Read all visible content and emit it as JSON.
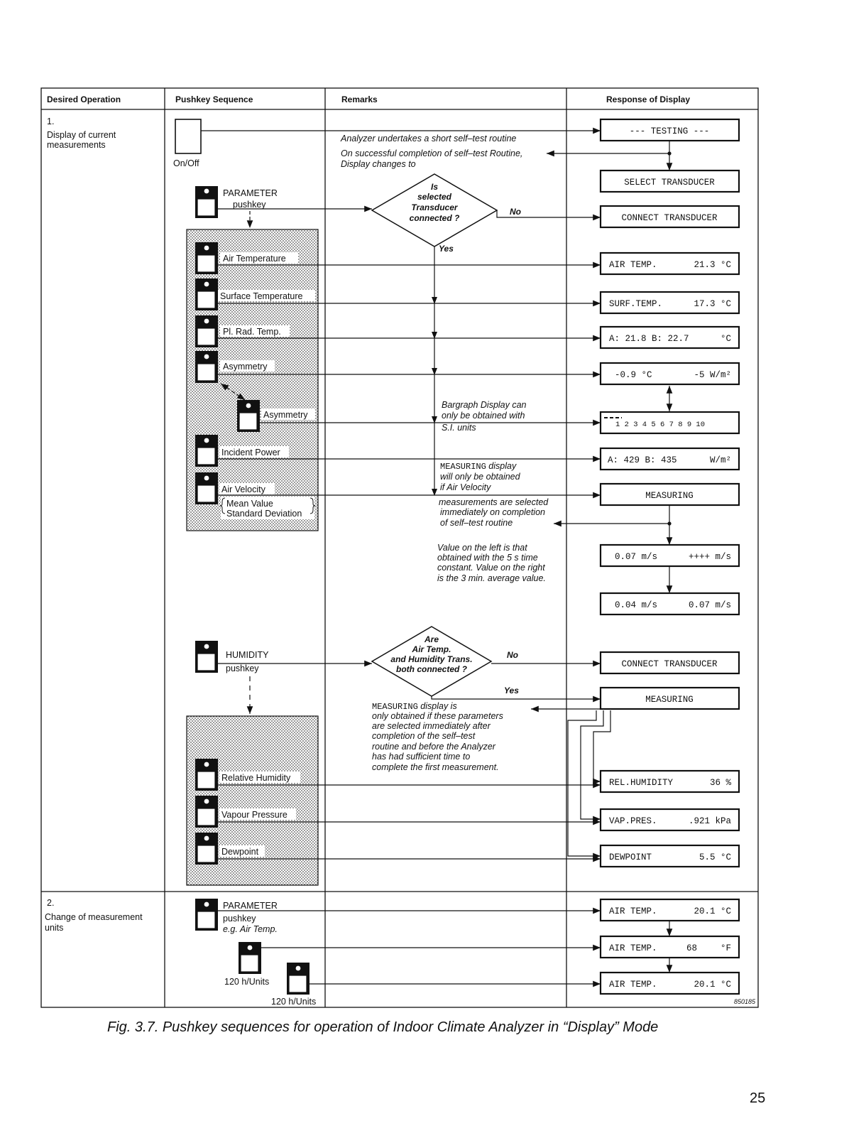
{
  "headers": {
    "desired_operation": "Desired Operation",
    "pushkey_sequence": "Pushkey Sequence",
    "remarks": "Remarks",
    "response_of_display": "Response of Display"
  },
  "section1": {
    "number": "1.",
    "title_line1": "Display of current",
    "title_line2": "measurements",
    "on_off_label": "On/Off",
    "parameter_label": "PARAMETER",
    "parameter_pushkey": "pushkey",
    "keys": {
      "air_temperature": "Air Temperature",
      "surface_temperature": "Surface Temperature",
      "pl_rad_temp": "Pl. Rad. Temp.",
      "asymmetry": "Asymmetry",
      "asymmetry2": "Asymmetry",
      "incident_power": "Incident Power",
      "air_velocity": "Air Velocity",
      "mean_value": "Mean Value",
      "standard_deviation": "Standard Deviation"
    },
    "remarks": {
      "self_test": "Analyzer undertakes a short self–test routine",
      "on_success_1": "On successful completion of self–test Routine,",
      "on_success_2": "Display changes to",
      "decision_1": "Is",
      "decision_2": "selected",
      "decision_3": "Transducer",
      "decision_4": "connected ?",
      "no": "No",
      "yes": "Yes",
      "bargraph_1": "Bargraph Display can",
      "bargraph_2": "only be obtained with",
      "bargraph_3": "S.I. units",
      "measuring_1a": "MEASURING",
      "measuring_1b": " display",
      "measuring_2": "will only be obtained",
      "measuring_3": "if Air Velocity",
      "measuring_4": "measurements are selected",
      "measuring_5": "immediately on completion",
      "measuring_6": "of self–test routine",
      "value_1": "Value on the left is that",
      "value_2": "obtained with the 5 s time",
      "value_3": "constant. Value on the right",
      "value_4": "is the 3 min. average value."
    },
    "displays": {
      "testing": "--- TESTING ---",
      "select_transducer": "SELECT TRANSDUCER",
      "connect_transducer": "CONNECT TRANSDUCER",
      "air_temp_l": "AIR TEMP.",
      "air_temp_r": "21.3 °C",
      "surf_temp_l": "SURF.TEMP.",
      "surf_temp_r": "17.3 °C",
      "ab_l": "A: 21.8   B: 22.7",
      "ab_r": "°C",
      "asym_l": "-0.9 °C",
      "asym_r": "-5 W/m²",
      "bargraph": "1  2  3  4  5  6  7  8  9 10",
      "power_l": "A: 429   B: 435",
      "power_r": "W/m²",
      "measuring": "MEASURING",
      "vel1_l": "0.07 m/s",
      "vel1_r": "++++ m/s",
      "vel2_l": "0.04 m/s",
      "vel2_r": "0.07 m/s"
    },
    "humidity": {
      "label": "HUMIDITY",
      "pushkey": "pushkey",
      "keys": {
        "relative_humidity": "Relative Humidity",
        "vapour_pressure": "Vapour Pressure",
        "dewpoint": "Dewpoint"
      },
      "decision_1": "Are",
      "decision_2": "Air Temp.",
      "decision_3": "and Humidity Trans.",
      "decision_4": "both connected ?",
      "no": "No",
      "yes": "Yes",
      "remark_1a": "MEASURING",
      "remark_1b": " display is",
      "remark_2": "only obtained if these parameters",
      "remark_3": "are selected immediately after",
      "remark_4": "completion of the self–test",
      "remark_5": "routine and before the Analyzer",
      "remark_6": "has had sufficient time to",
      "remark_7": "complete the first measurement.",
      "displays": {
        "connect_transducer": "CONNECT TRANSDUCER",
        "measuring": "MEASURING",
        "rh_l": "REL.HUMIDITY",
        "rh_r": "36 %",
        "vp_l": "VAP.PRES.",
        "vp_r": ".921 kPa",
        "dp_l": "DEWPOINT",
        "dp_r": "5.5 °C"
      }
    }
  },
  "section2": {
    "number": "2.",
    "title_line1": "Change of measurement",
    "title_line2": "units",
    "parameter_label": "PARAMETER",
    "pushkey": "pushkey",
    "example": "e.g. Air Temp.",
    "units_1": "120 h/Units",
    "units_2": "120 h/Units",
    "displays": {
      "d1_l": "AIR TEMP.",
      "d1_r": "20.1 °C",
      "d2_l": "AIR TEMP.",
      "d2_m": "68",
      "d2_r": "°F",
      "d3_l": "AIR TEMP.",
      "d3_r": "20.1 °C"
    }
  },
  "figure_code": "850185",
  "caption": "Fig. 3.7. Pushkey sequences for operation of Indoor Climate Analyzer in “Display” Mode",
  "page_number": "25"
}
